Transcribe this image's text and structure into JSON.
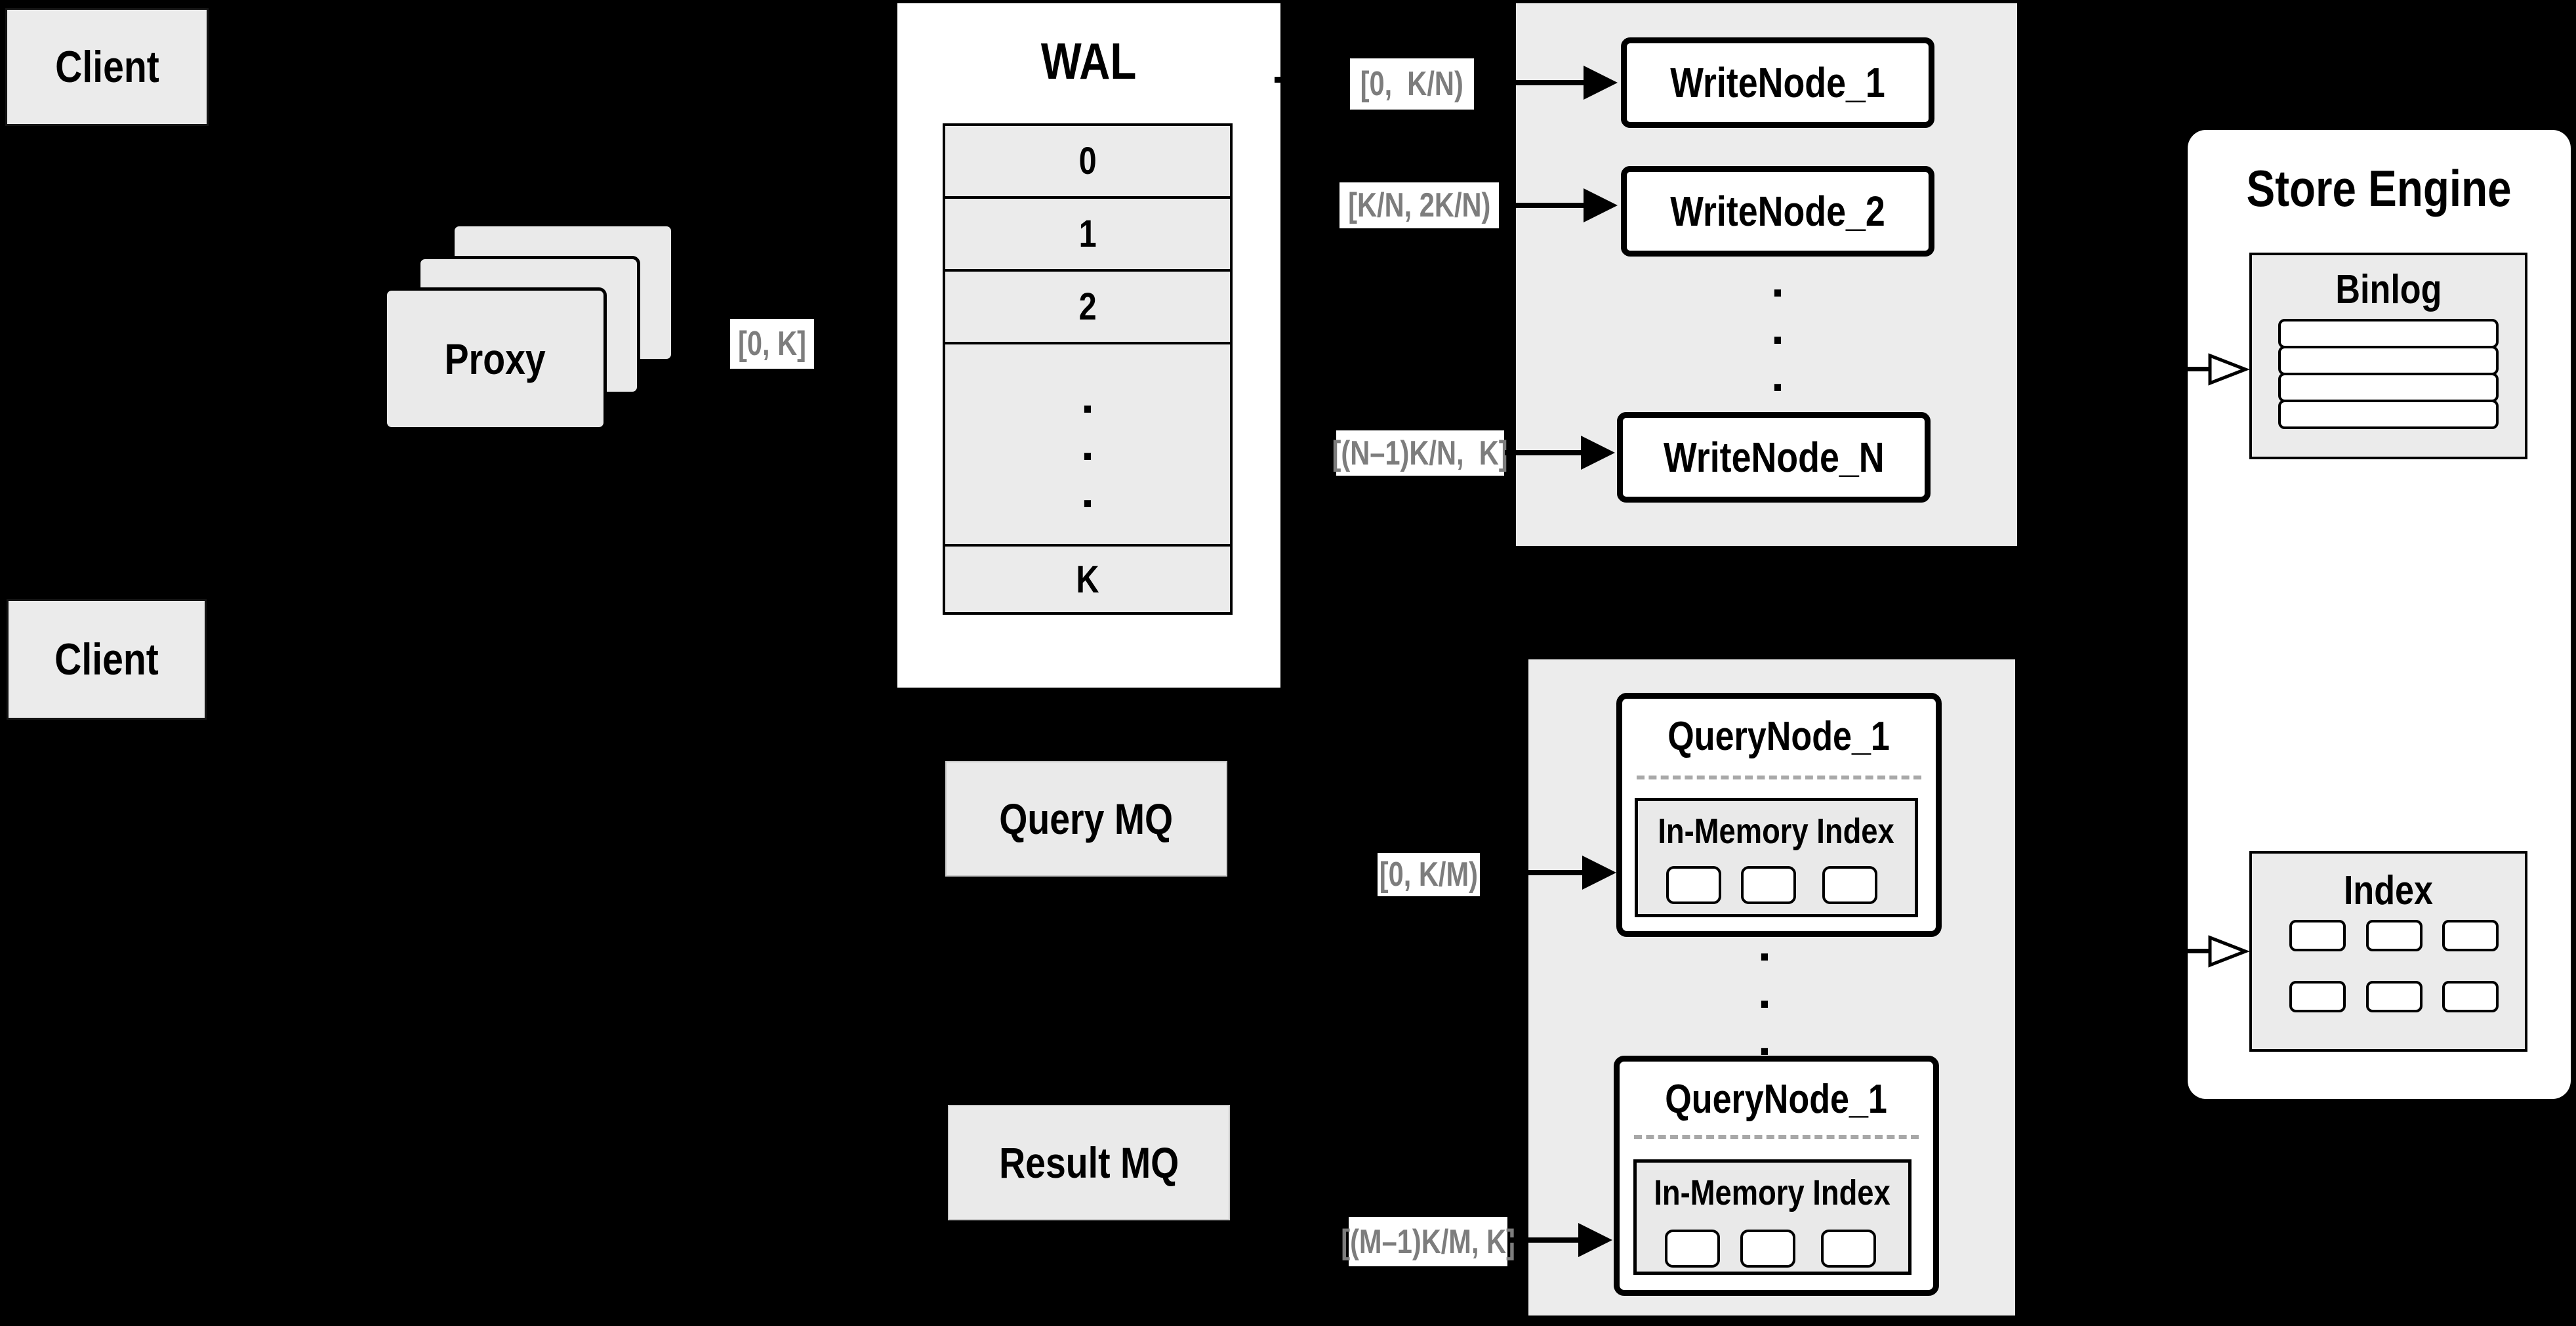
{
  "colors": {
    "background": "#000000",
    "panel_gray": "#ebebeb",
    "group_gray": "#ececec",
    "white": "#ffffff",
    "border": "#000000",
    "range_label_text": "#7d7d7d",
    "dashed_divider": "#a8a8a8"
  },
  "glyphs": {
    "dot": "."
  },
  "clients": {
    "top": "Client",
    "bottom": "Client"
  },
  "proxy": {
    "label": "Proxy"
  },
  "range_labels": {
    "proxy_out": "[0, K]",
    "write_node_1": "[0,  K/N)",
    "write_node_2": "[K/N, 2K/N)",
    "write_node_n": "[(N–1)K/N,  K]",
    "query_node_1": "[0, K/M)",
    "query_node_m": "[(M–1)K/M, K]"
  },
  "wal": {
    "title": "WAL",
    "rows": [
      "0",
      "1",
      "2"
    ],
    "last_row": "K"
  },
  "write_nodes": {
    "node_1": "WriteNode_1",
    "node_2": "WriteNode_2",
    "node_n": "WriteNode_N"
  },
  "message_queues": {
    "query": "Query MQ",
    "result": "Result MQ"
  },
  "query_nodes": {
    "top": {
      "title": "QueryNode_1",
      "index_label": "In-Memory Index",
      "square_count": 3
    },
    "bottom": {
      "title": "QueryNode_1",
      "index_label": "In-Memory Index",
      "square_count": 3
    }
  },
  "store_engine": {
    "title": "Store Engine",
    "binlog": "Binlog",
    "binlog_row_count": 4,
    "index": "Index",
    "index_cell_count": 6
  }
}
